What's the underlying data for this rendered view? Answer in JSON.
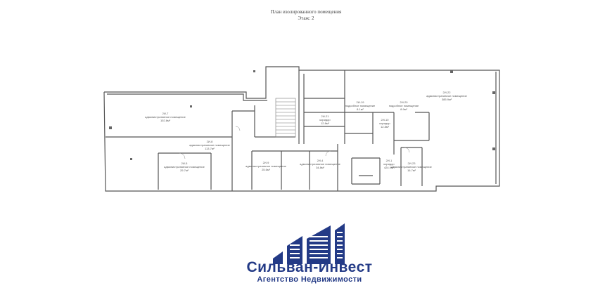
{
  "header": {
    "title": "План изолированного помещения",
    "floor": "Этаж: 2"
  },
  "rooms": [
    {
      "id": "r1",
      "num": "2И-7",
      "type": "административное помещение",
      "area": "102.8м²"
    },
    {
      "id": "r2",
      "num": "2И-8",
      "type": "административное помещение",
      "area": "113.7м²"
    },
    {
      "id": "r3",
      "num": "2И-9",
      "type": "административное помещение",
      "area": "25.6м²"
    },
    {
      "id": "r4",
      "num": "2И-10",
      "type": "коридор",
      "area": "12.8м²"
    },
    {
      "id": "r5",
      "num": "2И-4",
      "type": "административное помещение",
      "area": "34.8м²"
    },
    {
      "id": "r6",
      "num": "2И-5",
      "type": "административное помещение",
      "area": "29.7м²"
    },
    {
      "id": "r7",
      "num": "2И-22",
      "type": "административное помещение",
      "area": "385.9м²"
    },
    {
      "id": "r8",
      "num": "2И-23",
      "type": "административное помещение",
      "area": "16.7м²"
    },
    {
      "id": "r9",
      "num": "2И-19",
      "type": "подсобное помещение",
      "area": "8.1м²"
    },
    {
      "id": "r10",
      "num": "2И-20",
      "type": "подсобное помещение",
      "area": "8.9м²"
    },
    {
      "id": "r11",
      "num": "2И-21",
      "type": "коридор",
      "area": "12.8м²"
    },
    {
      "id": "r12",
      "num": "2И-1",
      "type": "коридор",
      "area": "424.9м²"
    }
  ],
  "brand": {
    "name": "Сильван-Инвест",
    "tagline": "Агентство Недвижимости",
    "color": "#233a86"
  }
}
